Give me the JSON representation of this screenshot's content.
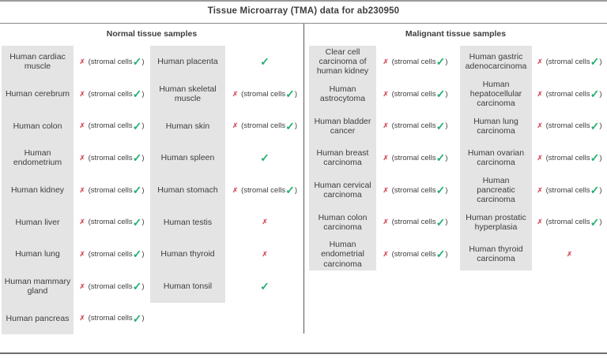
{
  "title": "Tissue Microarray (TMA) data for ab230950",
  "symbols": {
    "negative": "✗",
    "positive": "✓",
    "stromal_prefix": "(stromal cells",
    "stromal_suffix": ")"
  },
  "colors": {
    "positive_green": "#25af72",
    "negative_red": "#d6545e",
    "name_cell_bg": "#e4e4e4"
  },
  "sections": [
    {
      "header": "Normal tissue samples",
      "columns": [
        {
          "rows": [
            {
              "name": "Human cardiac muscle",
              "result": "x_stromal"
            },
            {
              "name": "Human cerebrum",
              "result": "x_stromal"
            },
            {
              "name": "Human colon",
              "result": "x_stromal"
            },
            {
              "name": "Human endometrium",
              "result": "x_stromal"
            },
            {
              "name": "Human kidney",
              "result": "x_stromal"
            },
            {
              "name": "Human liver",
              "result": "x_stromal"
            },
            {
              "name": "Human lung",
              "result": "x_stromal"
            },
            {
              "name": "Human mammary gland",
              "result": "x_stromal"
            },
            {
              "name": "Human pancreas",
              "result": "x_stromal"
            }
          ]
        },
        {
          "rows": [
            {
              "name": "Human placenta",
              "result": "check"
            },
            {
              "name": "Human skeletal muscle",
              "result": "x_stromal"
            },
            {
              "name": "Human skin",
              "result": "x_stromal"
            },
            {
              "name": "Human spleen",
              "result": "check"
            },
            {
              "name": "Human stomach",
              "result": "x_stromal"
            },
            {
              "name": "Human testis",
              "result": "x"
            },
            {
              "name": "Human thyroid",
              "result": "x"
            },
            {
              "name": "Human tonsil",
              "result": "check"
            }
          ]
        }
      ]
    },
    {
      "header": "Malignant tissue samples",
      "columns": [
        {
          "rows": [
            {
              "name": "Clear cell carcinoma of human kidney",
              "result": "x_stromal"
            },
            {
              "name": "Human astrocytoma",
              "result": "x_stromal"
            },
            {
              "name": "Human bladder cancer",
              "result": "x_stromal"
            },
            {
              "name": "Human breast carcinoma",
              "result": "x_stromal"
            },
            {
              "name": "Human cervical carcinoma",
              "result": "x_stromal"
            },
            {
              "name": "Human colon carcinoma",
              "result": "x_stromal"
            },
            {
              "name": "Human endometrial carcinoma",
              "result": "x_stromal"
            }
          ]
        },
        {
          "rows": [
            {
              "name": "Human gastric adenocarcinoma",
              "result": "x_stromal"
            },
            {
              "name": "Human hepatocellular carcinoma",
              "result": "x_stromal"
            },
            {
              "name": "Human lung carcinoma",
              "result": "x_stromal"
            },
            {
              "name": "Human ovarian carcinoma",
              "result": "x_stromal"
            },
            {
              "name": "Human pancreatic carcinoma",
              "result": "x_stromal"
            },
            {
              "name": "Human prostatic hyperplasia",
              "result": "x_stromal"
            },
            {
              "name": "Human thyroid carcinoma",
              "result": "x"
            }
          ]
        }
      ]
    }
  ]
}
